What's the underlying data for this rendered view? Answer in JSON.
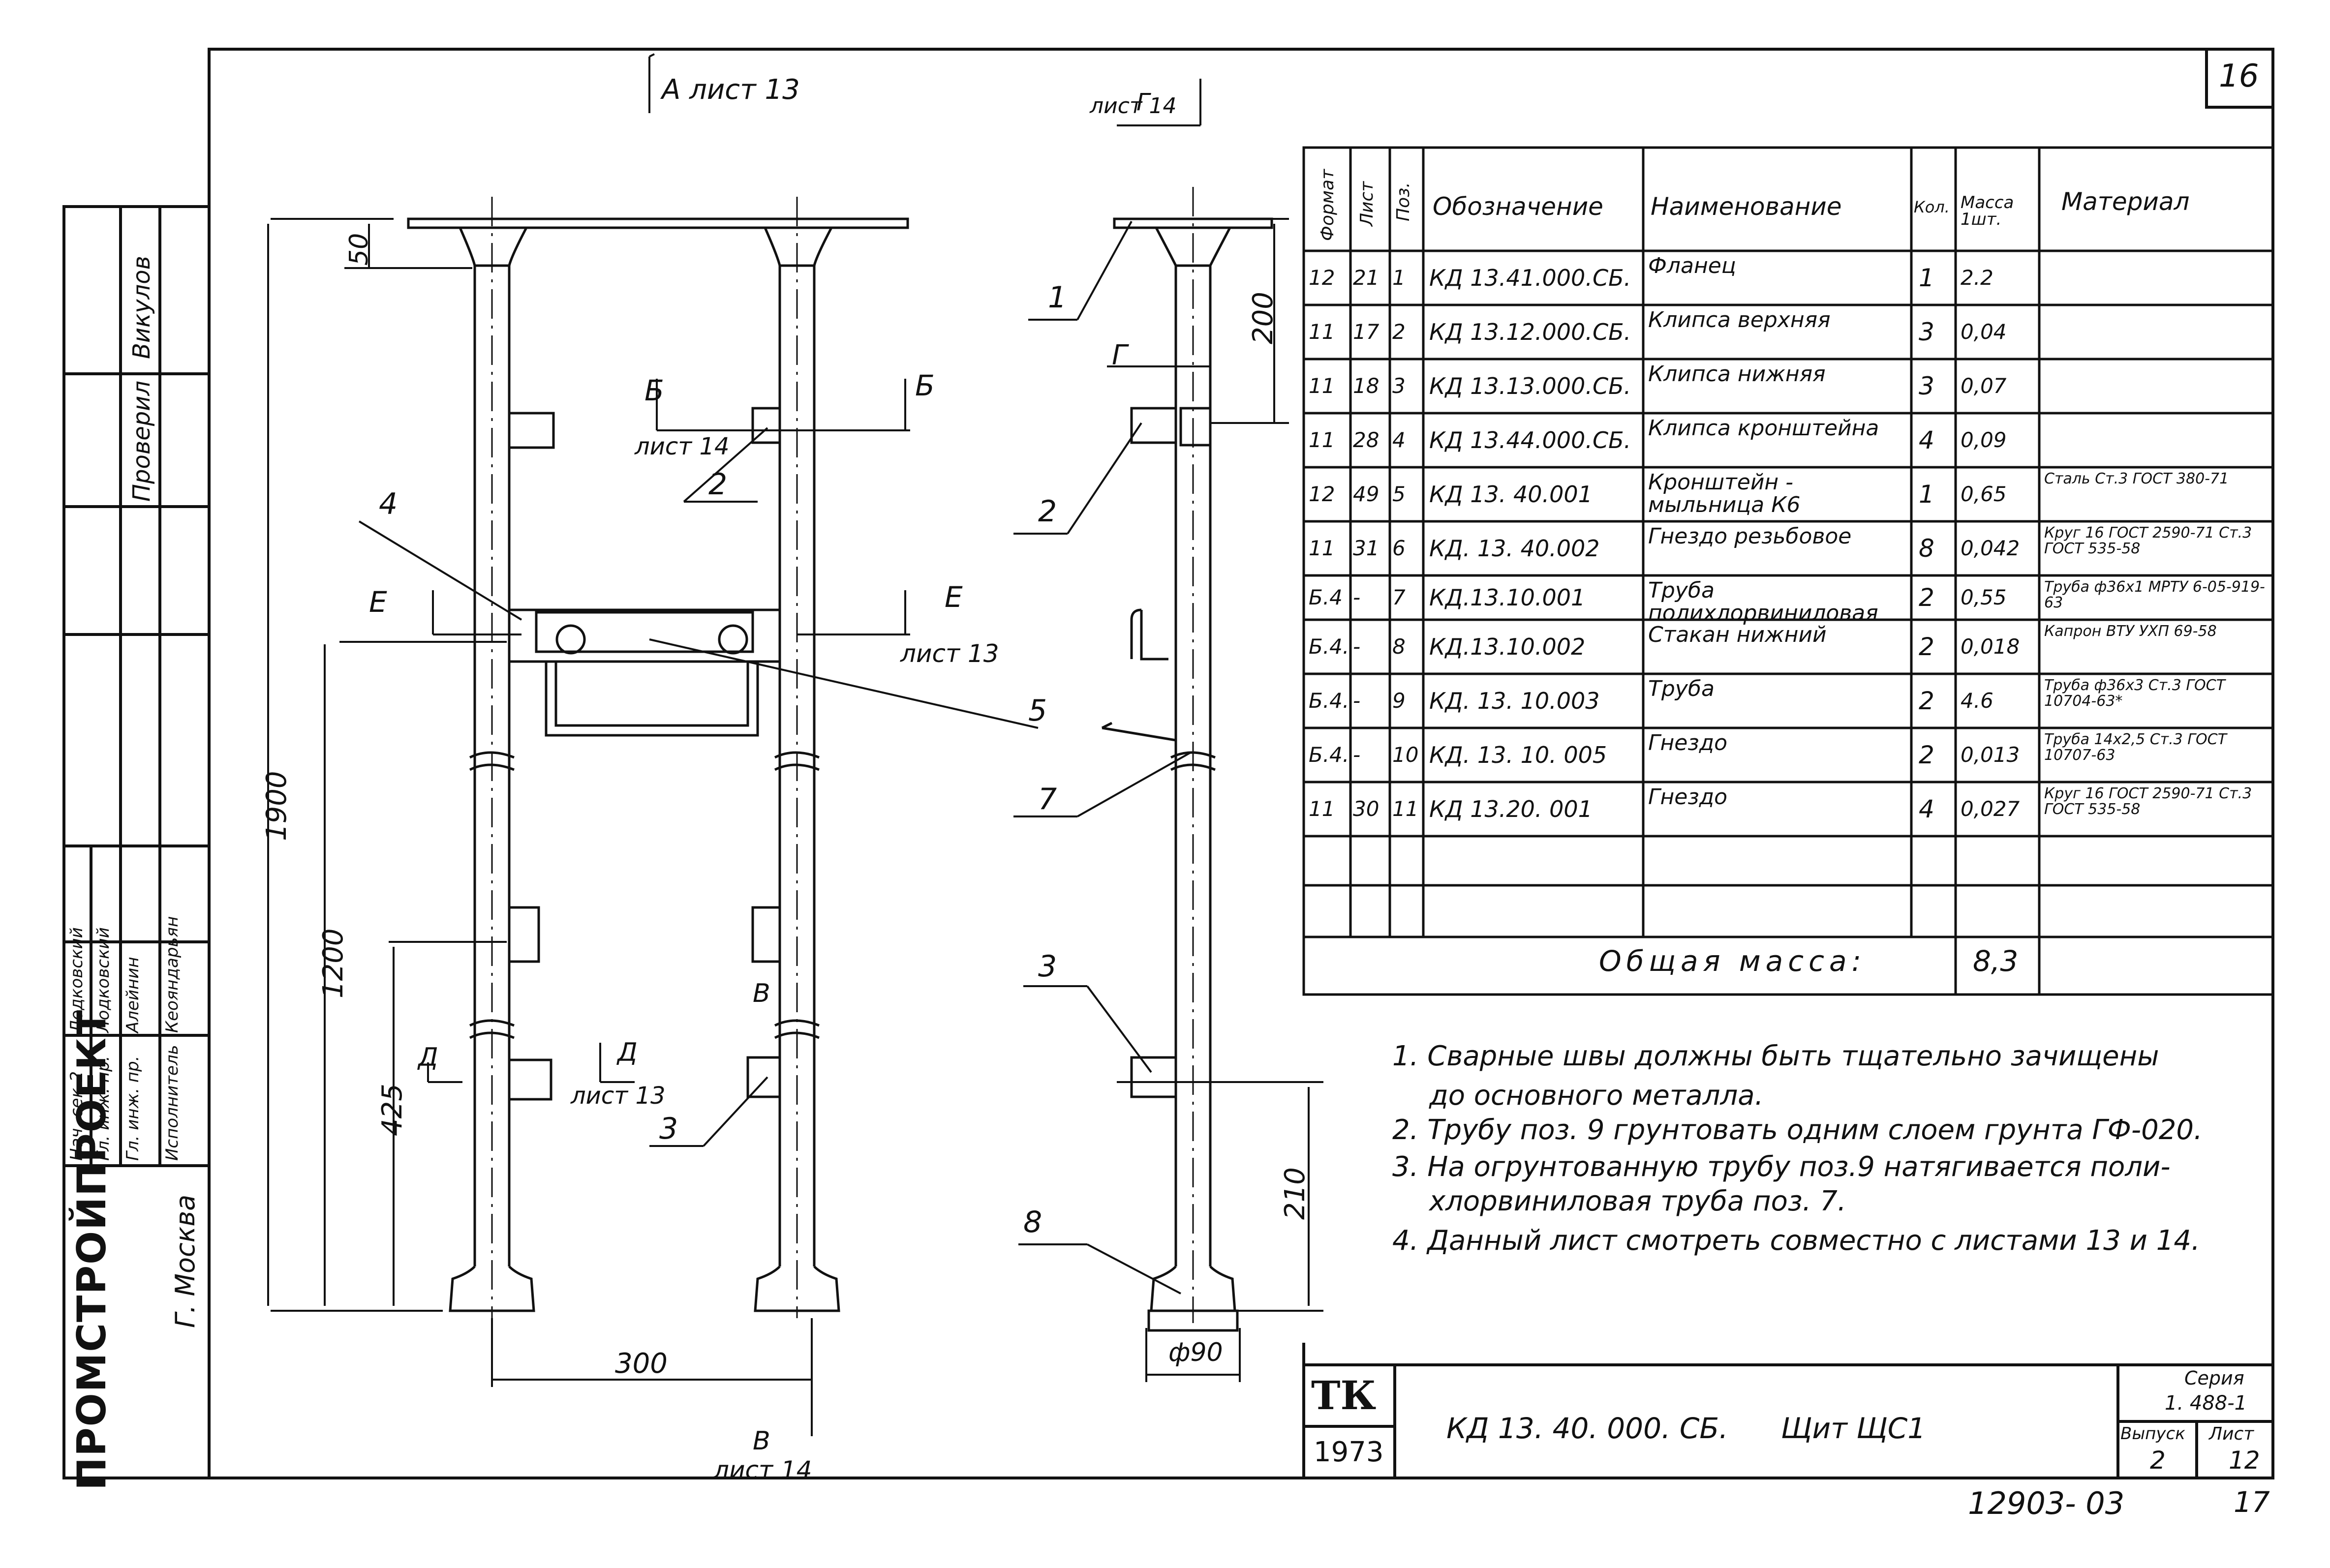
{
  "sheet_number_top": "16",
  "footer_code": "12903- 03",
  "footer_page": "17",
  "title_block": {
    "organisation": "ПРОМСТРОЙПРОЕКТ",
    "city": "Г. Москва",
    "drawing_code": "КД 13. 40. 000. СБ.",
    "drawing_name": "Щит ЩС1",
    "tk": "ТК",
    "year": "1973",
    "series_label": "Серия",
    "series_value": "1. 488-1",
    "issue_label": "Выпуск",
    "issue_value": "2",
    "sheet_label": "Лист",
    "sheet_value": "12"
  },
  "approval_stamp": {
    "rows": [
      {
        "role": "Нач. сек-2",
        "name": "Лодковский"
      },
      {
        "role": "Гл. инж. пр.",
        "name": "Лодковский"
      },
      {
        "role": "Гл. инж. пр.",
        "name": "Алейнин"
      },
      {
        "role": "Исполнитель",
        "name": "Кеояндарьян"
      }
    ],
    "checked_label": "Проверил",
    "checked_name": "Викулов"
  },
  "drawing_labels": {
    "section_a": "А лист 13",
    "section_g_top": "Г",
    "section_g_sheet": "лист 14",
    "section_b_letter": "Б",
    "section_b_sheet": "лист 14",
    "section_e_letter": "Е",
    "section_e_sheet": "лист 13",
    "section_v_letter": "В",
    "section_v_sheet": "лист 14",
    "section_d_letter": "Д",
    "section_d_sheet": "лист 13",
    "g_mark": "Г",
    "dim_50": "50",
    "dim_1900": "1900",
    "dim_1200": "1200",
    "dim_425": "425",
    "dim_300": "300",
    "dim_200": "200",
    "dim_210": "210",
    "dim_d90": "ф90",
    "pos_1": "1",
    "pos_2a": "2",
    "pos_2b": "2",
    "pos_3a": "3",
    "pos_3b": "3",
    "pos_4": "4",
    "pos_5": "5",
    "pos_7": "7",
    "pos_8": "8"
  },
  "spec_table": {
    "headers": [
      "Формат",
      "Лист",
      "Поз.",
      "Обозначение",
      "Наименование",
      "Кол.",
      "Масса 1шт.",
      "Материал"
    ],
    "rows": [
      {
        "format": "12",
        "sheet": "21",
        "pos": "1",
        "code": "КД 13.41.000.СБ.",
        "name": "Фланец",
        "qty": "1",
        "mass": "2.2",
        "material": ""
      },
      {
        "format": "11",
        "sheet": "17",
        "pos": "2",
        "code": "КД 13.12.000.СБ.",
        "name": "Клипса верхняя",
        "qty": "3",
        "mass": "0,04",
        "material": ""
      },
      {
        "format": "11",
        "sheet": "18",
        "pos": "3",
        "code": "КД 13.13.000.СБ.",
        "name": "Клипса нижняя",
        "qty": "3",
        "mass": "0,07",
        "material": ""
      },
      {
        "format": "11",
        "sheet": "28",
        "pos": "4",
        "code": "КД 13.44.000.СБ.",
        "name": "Клипса кронштейна",
        "qty": "4",
        "mass": "0,09",
        "material": ""
      },
      {
        "format": "12",
        "sheet": "49",
        "pos": "5",
        "code": "КД 13. 40.001",
        "name": "Кронштейн - мыльница К6",
        "qty": "1",
        "mass": "0,65",
        "material": "Сталь Ст.3 ГОСТ 380-71"
      },
      {
        "format": "11",
        "sheet": "31",
        "pos": "6",
        "code": "КД. 13. 40.002",
        "name": "Гнездо резьбовое",
        "qty": "8",
        "mass": "0,042",
        "material": "Круг 16 ГОСТ 2590-71 Ст.3 ГОСТ 535-58"
      },
      {
        "format": "Б.4",
        "sheet": "-",
        "pos": "7",
        "code": "КД.13.10.001",
        "name": "Труба полихлорвиниловая",
        "qty": "2",
        "mass": "0,55",
        "material": "Труба ф36х1 МРТУ 6-05-919-63"
      },
      {
        "format": "Б.4.",
        "sheet": "-",
        "pos": "8",
        "code": "КД.13.10.002",
        "name": "Стакан нижний",
        "qty": "2",
        "mass": "0,018",
        "material": "Капрон ВТУ УХП 69-58"
      },
      {
        "format": "Б.4.",
        "sheet": "-",
        "pos": "9",
        "code": "КД. 13. 10.003",
        "name": "Труба",
        "qty": "2",
        "mass": "4.6",
        "material": "Труба ф36х3 Ст.3 ГОСТ 10704-63*"
      },
      {
        "format": "Б.4.",
        "sheet": "-",
        "pos": "10",
        "code": "КД. 13. 10. 005",
        "name": "Гнездо",
        "qty": "2",
        "mass": "0,013",
        "material": "Труба 14х2,5 Ст.3 ГОСТ 10707-63"
      },
      {
        "format": "11",
        "sheet": "30",
        "pos": "11",
        "code": "КД 13.20. 001",
        "name": "Гнездо",
        "qty": "4",
        "mass": "0,027",
        "material": "Круг 16 ГОСТ 2590-71 Ст.3 ГОСТ 535-58"
      }
    ],
    "total_label": "Общая масса:",
    "total_value": "8,3"
  },
  "notes": [
    "1. Сварные швы должны быть тщательно зачищены",
    "до основного металла.",
    "2. Трубу поз. 9 грунтовать одним слоем грунта ГФ-020.",
    "3. На огрунтованную трубу поз.9 натягивается поли-",
    "хлорвиниловая труба поз. 7.",
    "4. Данный лист смотреть совместно с листами 13 и 14."
  ]
}
